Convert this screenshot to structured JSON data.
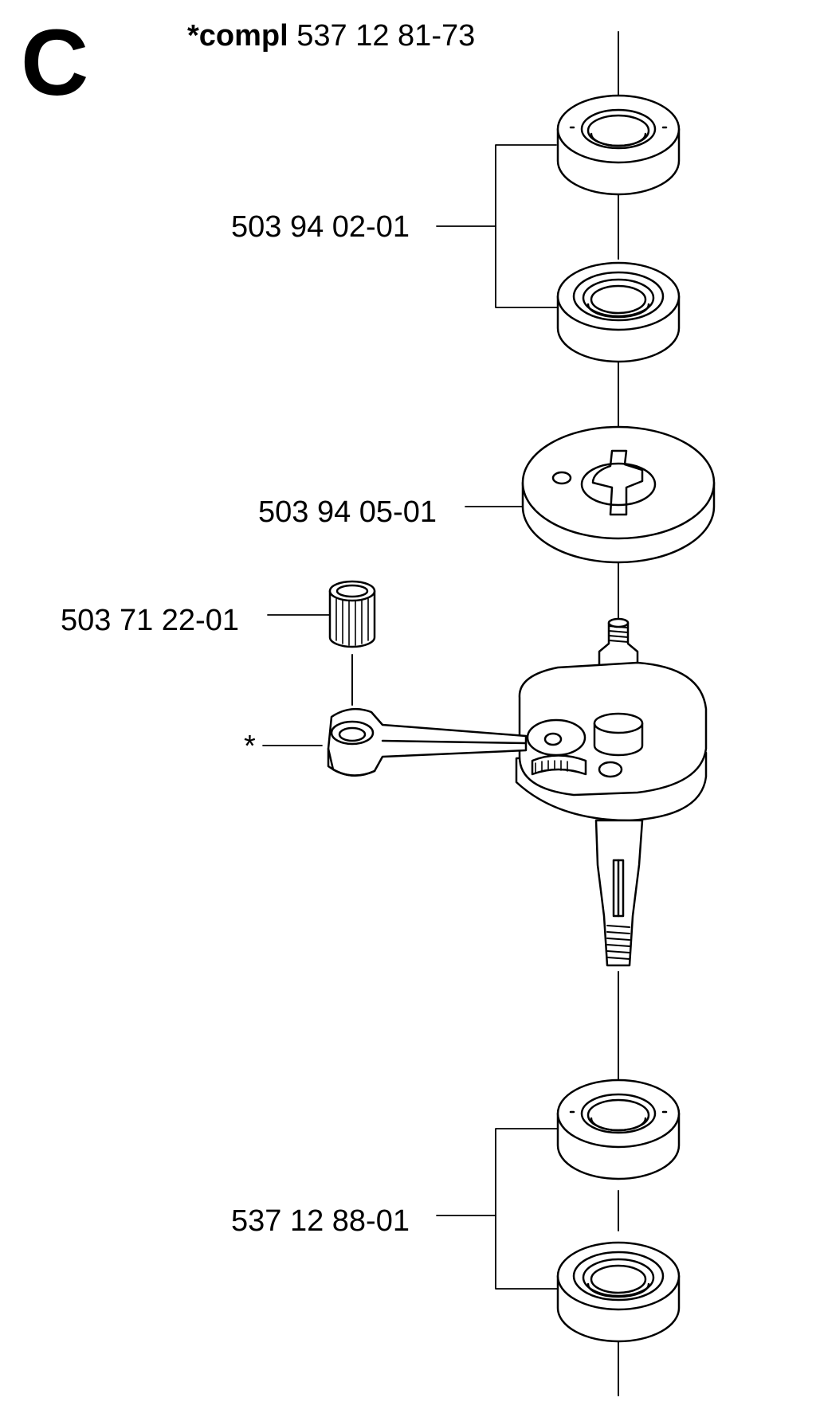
{
  "section_letter": "C",
  "assembly": {
    "prefix": "*compl",
    "number": "537 12 81-73"
  },
  "callouts": {
    "bearing_top": "503 94 02-01",
    "crank_disc": "503 94 05-01",
    "needle_bearing": "503 71 22-01",
    "connecting_rod_marker": "*",
    "bearing_bottom": "537 12 88-01"
  }
}
